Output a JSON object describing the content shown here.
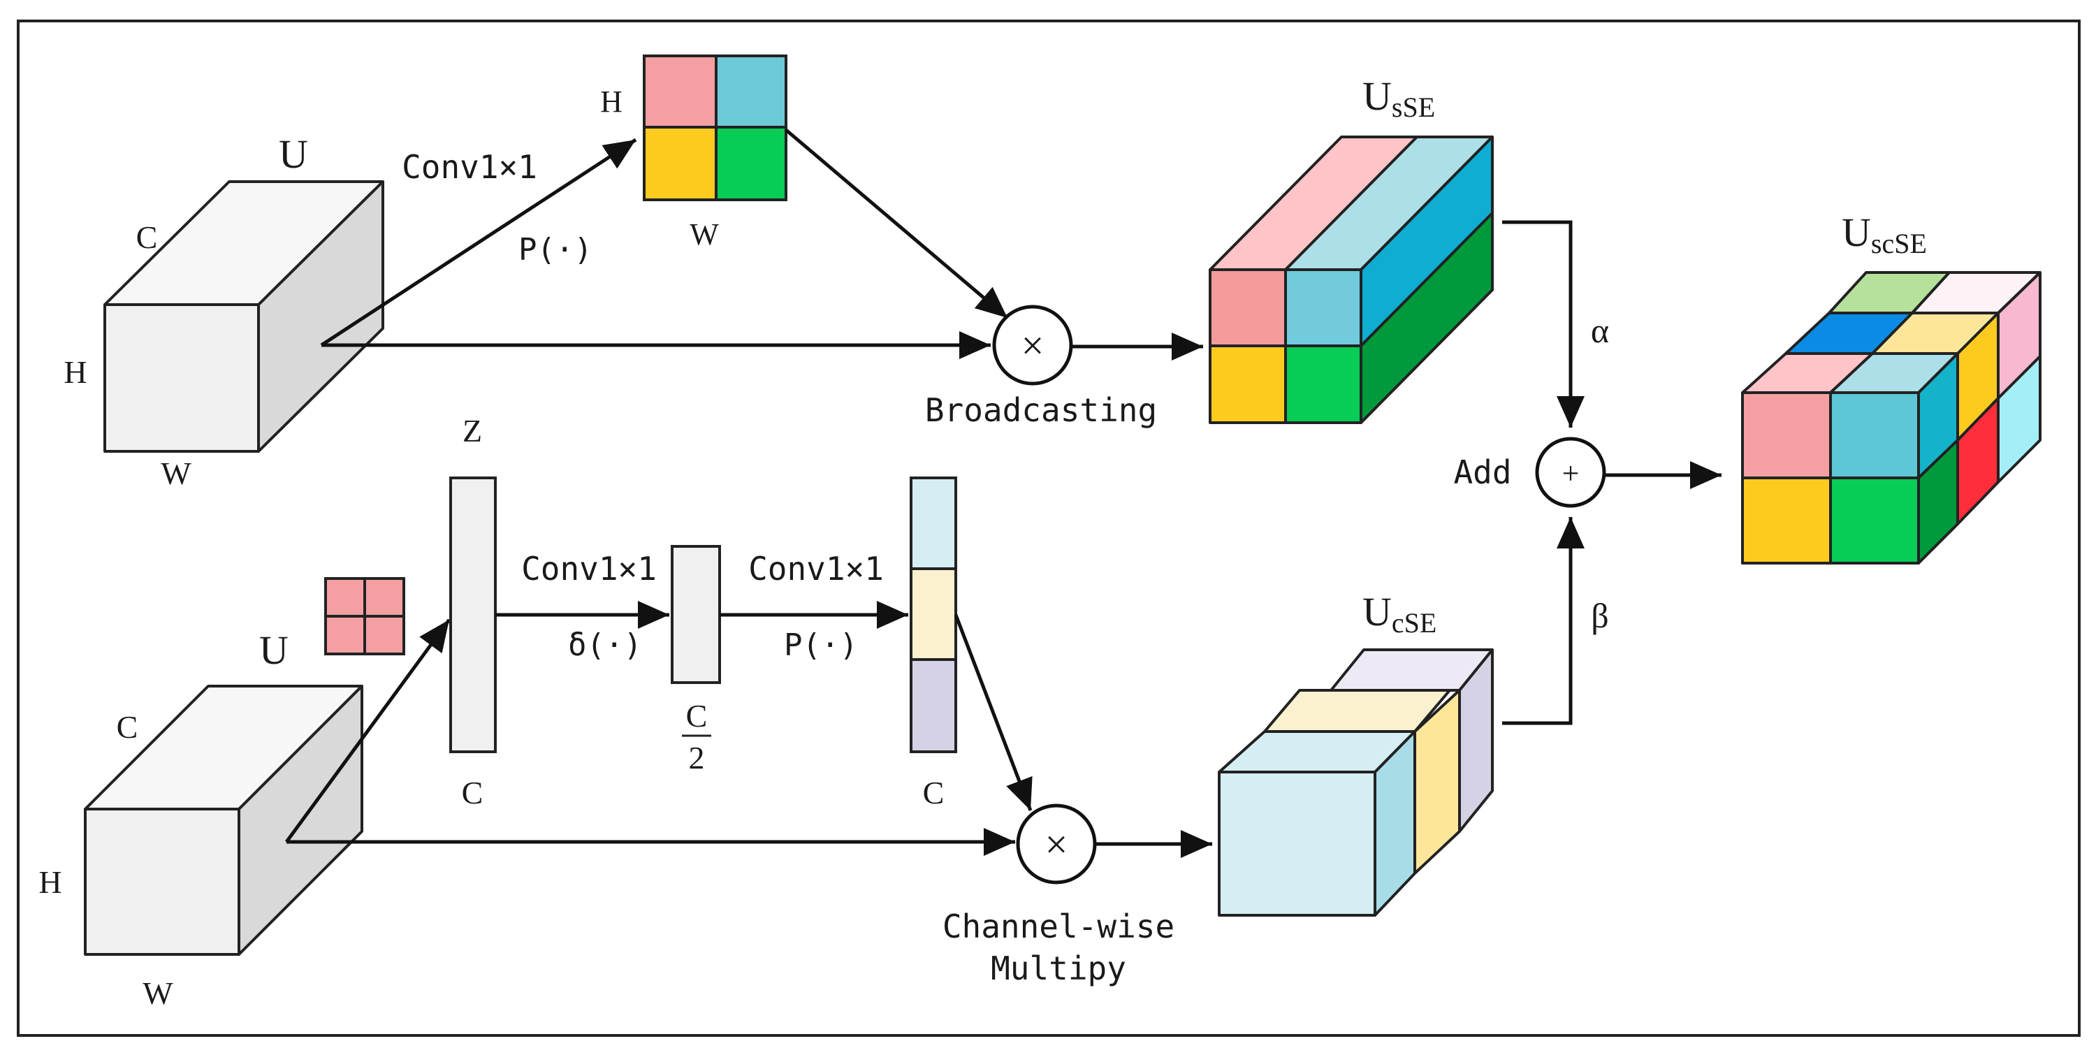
{
  "top": {
    "input_label": "U",
    "dim_c": "C",
    "dim_h": "H",
    "dim_w": "W",
    "conv_label": "Conv1×1",
    "sigmoid_label": "P(·)",
    "map_h": "H",
    "map_w": "W",
    "op_symbol": "×",
    "op_label": "Broadcasting",
    "out_label_main": "U",
    "out_label_sub": "sSE"
  },
  "bottom": {
    "input_label": "U",
    "dim_c": "C",
    "dim_h": "H",
    "dim_w": "W",
    "z_label": "Z",
    "z_c": "C",
    "conv1_label": "Conv1×1",
    "relu_label": "δ(·)",
    "half_num": "C",
    "half_den": "2",
    "conv2_label": "Conv1×1",
    "sigmoid_label": "P(·)",
    "attn_c": "C",
    "op_symbol": "×",
    "op_label_1": "Channel-wise",
    "op_label_2": "Multipy",
    "out_label_main": "U",
    "out_label_sub": "cSE"
  },
  "fusion": {
    "alpha": "α",
    "beta": "β",
    "add_label": "Add",
    "add_symbol": "+",
    "out_label_main": "U",
    "out_label_sub": "scSE"
  },
  "colors": {
    "pink": "#f4a0a3",
    "blue": "#6ccad8",
    "yellow": "#fdcb1e",
    "green": "#07cc56",
    "light_blue": "#d5eef4",
    "cream": "#fcf1cf",
    "lavender": "#d6d2e6",
    "gray_face": "#f0f0f0"
  }
}
